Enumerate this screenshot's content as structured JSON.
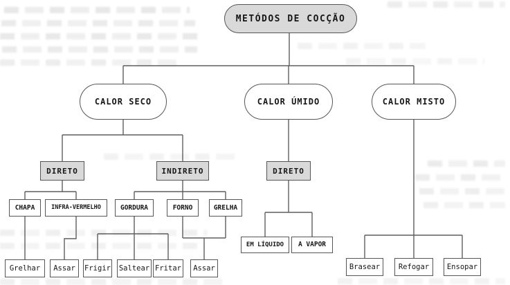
{
  "diagram": {
    "type": "tree",
    "title": "METÓDOS DE COCÇÃO",
    "hierarchy": {
      "METÓDOS DE COCÇÃO": {
        "CALOR SECO": {
          "DIRETO": {
            "CHAPA": [
              "Grelhar"
            ],
            "INFRA-VERMELHO": [
              "Assar"
            ]
          },
          "INDIRETO": {
            "GORDURA": [
              "Frigir",
              "Saltear",
              "Fritar"
            ],
            "FORNO": [
              "Assar"
            ],
            "GRELHA": [
              "Assar"
            ]
          }
        },
        "CALOR ÚMIDO": {
          "DIRETO": [
            "EM LÍQUIDO",
            "A VAPOR"
          ]
        },
        "CALOR MISTO": [
          "Brasear",
          "Refogar",
          "Ensopar"
        ]
      }
    }
  },
  "nodes": {
    "root": {
      "label": "METÓDOS DE COCÇÃO",
      "shape": "pill",
      "fill": "gray"
    },
    "calor_seco": {
      "label": "CALOR SECO",
      "shape": "pill",
      "fill": "white"
    },
    "calor_umido": {
      "label": "CALOR ÚMIDO",
      "shape": "pill",
      "fill": "white"
    },
    "calor_misto": {
      "label": "CALOR MISTO",
      "shape": "pill",
      "fill": "white"
    },
    "direto_seco": {
      "label": "DIRETO",
      "shape": "rect",
      "fill": "gray"
    },
    "indireto": {
      "label": "INDIRETO",
      "shape": "rect",
      "fill": "gray"
    },
    "direto_umido": {
      "label": "DIRETO",
      "shape": "rect",
      "fill": "gray"
    },
    "chapa": {
      "label": "CHAPA",
      "shape": "rect",
      "fill": "white"
    },
    "infra_vermelho": {
      "label": "INFRA-VERMELHO",
      "shape": "rect",
      "fill": "white"
    },
    "gordura": {
      "label": "GORDURA",
      "shape": "rect",
      "fill": "white"
    },
    "forno": {
      "label": "FORNO",
      "shape": "rect",
      "fill": "white"
    },
    "grelha": {
      "label": "GRELHA",
      "shape": "rect",
      "fill": "white"
    },
    "em_liquido": {
      "label": "EM LÍQUIDO",
      "shape": "rect",
      "fill": "white"
    },
    "a_vapor": {
      "label": "A VAPOR",
      "shape": "rect",
      "fill": "white"
    },
    "grelhar": {
      "label": "Grelhar",
      "shape": "rect",
      "fill": "white"
    },
    "assar_direto": {
      "label": "Assar",
      "shape": "rect",
      "fill": "white"
    },
    "frigir": {
      "label": "Frigir",
      "shape": "rect",
      "fill": "white"
    },
    "saltear": {
      "label": "Saltear",
      "shape": "rect",
      "fill": "white"
    },
    "fritar": {
      "label": "Fritar",
      "shape": "rect",
      "fill": "white"
    },
    "assar_indireto": {
      "label": "Assar",
      "shape": "rect",
      "fill": "white"
    },
    "brasear": {
      "label": "Brasear",
      "shape": "rect",
      "fill": "white"
    },
    "refogar": {
      "label": "Refogar",
      "shape": "rect",
      "fill": "white"
    },
    "ensopar": {
      "label": "Ensopar",
      "shape": "rect",
      "fill": "white"
    }
  },
  "colors": {
    "line": "#555555",
    "box_border": "#555555",
    "gray_fill": "#d9d9d9",
    "white_fill": "#ffffff",
    "text": "#161616",
    "background": "#ffffff"
  }
}
